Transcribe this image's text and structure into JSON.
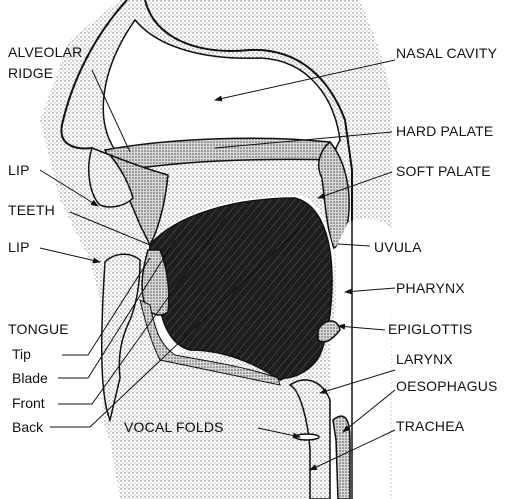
{
  "colors": {
    "ink": "#111111",
    "stipple": "#bdbdbd",
    "tongue": "#2a2a2a",
    "paper": "#ffffff"
  },
  "labels": {
    "alveolar_ridge_line1": "ALVEOLAR",
    "alveolar_ridge_line2": "RIDGE",
    "nasal_cavity": "NASAL CAVITY",
    "hard_palate": "HARD PALATE",
    "soft_palate": "SOFT PALATE",
    "lip_upper": "LIP",
    "teeth": "TEETH",
    "lip_lower": "LIP",
    "uvula": "UVULA",
    "pharynx": "PHARYNX",
    "tongue": "TONGUE",
    "tongue_tip": "Tip",
    "tongue_blade": "Blade",
    "tongue_front": "Front",
    "tongue_back": "Back",
    "epiglottis": "EPIGLOTTIS",
    "larynx": "LARYNX",
    "oesophagus": "OESOPHAGUS",
    "trachea": "TRACHEA",
    "vocal_folds": "VOCAL FOLDS"
  }
}
